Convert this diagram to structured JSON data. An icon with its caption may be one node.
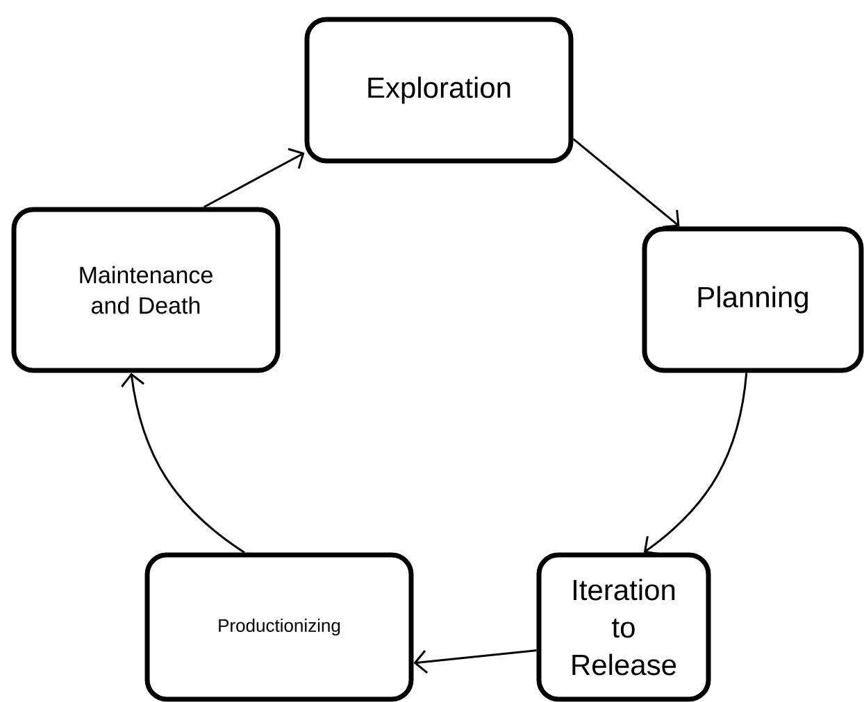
{
  "diagram": {
    "nodes": [
      {
        "text": [
          "Exploration"
        ]
      },
      {
        "text": [
          "Planning"
        ]
      },
      {
        "text": [
          "Maintenance and Death"
        ]
      },
      {
        "text": [
          "Iteration to Release"
        ]
      },
      {
        "text": [
          "Productionizing"
        ]
      }
    ],
    "edges": [
      {
        "from": 0,
        "to": 1,
        "arrow": "to"
      },
      {
        "from": 1,
        "to": 3,
        "arrow": "to"
      },
      {
        "from": 3,
        "to": 4,
        "arrow": "to"
      },
      {
        "from": 4,
        "to": 2,
        "arrow": "to"
      },
      {
        "from": 2,
        "to": 0,
        "arrow": "to"
      }
    ]
  }
}
